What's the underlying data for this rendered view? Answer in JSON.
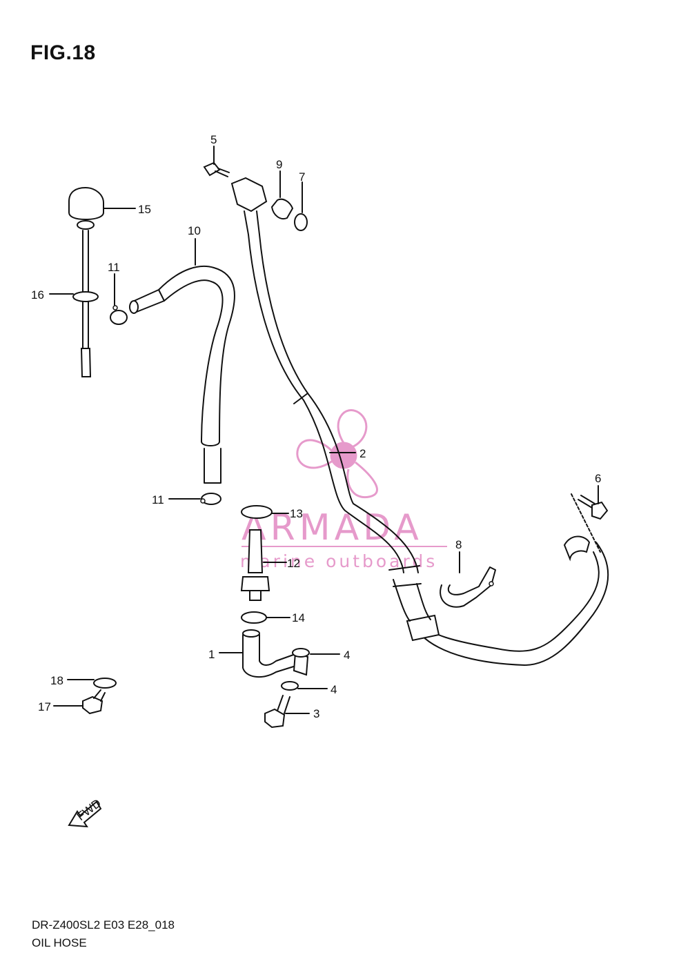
{
  "figure": {
    "title": "FIG.18",
    "model_code": "DR-Z400SL2 E03 E28_018",
    "name": "OIL HOSE"
  },
  "callouts": [
    {
      "id": "1",
      "text": "1"
    },
    {
      "id": "2",
      "text": "2"
    },
    {
      "id": "3",
      "text": "3"
    },
    {
      "id": "4a",
      "text": "4"
    },
    {
      "id": "4b",
      "text": "4"
    },
    {
      "id": "5",
      "text": "5"
    },
    {
      "id": "6",
      "text": "6"
    },
    {
      "id": "7",
      "text": "7"
    },
    {
      "id": "8",
      "text": "8"
    },
    {
      "id": "9",
      "text": "9"
    },
    {
      "id": "10",
      "text": "10"
    },
    {
      "id": "11a",
      "text": "11"
    },
    {
      "id": "11b",
      "text": "11"
    },
    {
      "id": "12",
      "text": "12"
    },
    {
      "id": "13",
      "text": "13"
    },
    {
      "id": "14",
      "text": "14"
    },
    {
      "id": "15",
      "text": "15"
    },
    {
      "id": "16",
      "text": "16"
    },
    {
      "id": "17",
      "text": "17"
    },
    {
      "id": "18",
      "text": "18"
    }
  ],
  "watermark": {
    "brand": "ARMADA",
    "tagline": "marine outboards",
    "color": "#e69acb"
  },
  "fwd_arrow": {
    "label": "FWD"
  }
}
